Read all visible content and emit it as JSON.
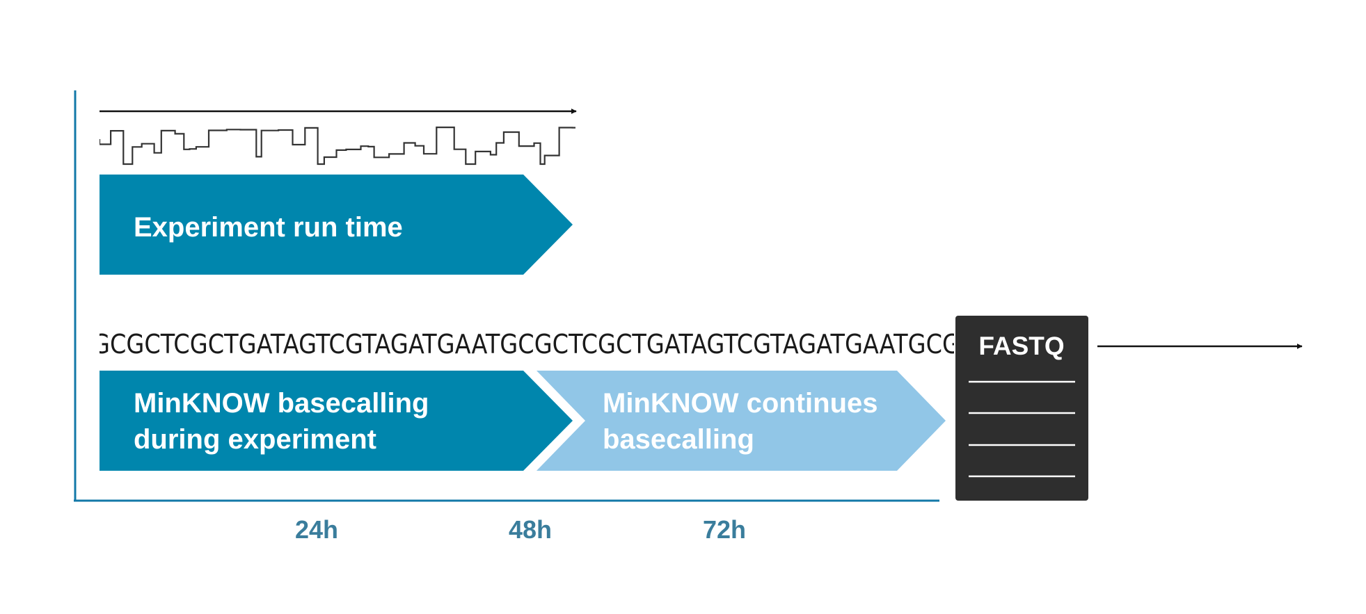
{
  "colors": {
    "dark_blue": "#0086AD",
    "light_blue": "#91C6E7",
    "axis_blue": "#1378A8",
    "tick_label": "#3A7D9C",
    "fastq_bg": "#2E2E2E",
    "signal": "#333333",
    "arrow": "#111111",
    "text_on_shape": "#FFFFFF"
  },
  "labels": {
    "experiment_run_time": "Experiment run time",
    "basecalling_during": [
      "MinKNOW basecalling",
      "during experiment"
    ],
    "continues_basecalling": [
      "MinKNOW continues",
      "basecalling"
    ],
    "fastq": "FASTQ"
  },
  "sequence": "GCGCTCGCTGATAGTCGTAGATGAATGCGCTCGCTGATAGTCGTAGATGAATGCG",
  "time_ticks": [
    "24h",
    "48h",
    "72h"
  ]
}
